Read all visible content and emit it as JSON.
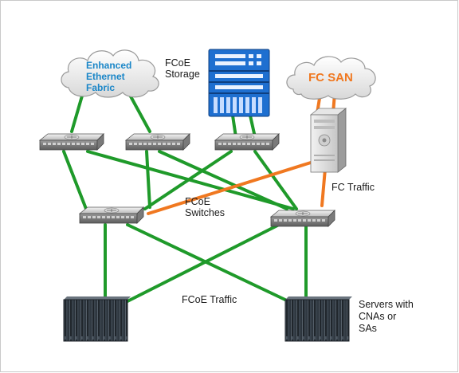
{
  "labels": {
    "enhanced_ethernet_fabric": "Enhanced\nEthernet\nFabric",
    "fcoe_storage": "FCoE\nStorage",
    "fc_san": "FC SAN",
    "fc_traffic": "FC Traffic",
    "fcoe_switches": "FCoE\nSwitches",
    "fcoe_traffic": "FCoE Traffic",
    "servers": "Servers with\nCNAs or\nSAs"
  },
  "colors": {
    "ethernet_link": "#1f9a2a",
    "fc_link": "#f07820",
    "fabric_text": "#1a86c8",
    "fc_san_text": "#f07820",
    "storage_blue": "#1e6fd0",
    "server_dark": "#3c4650"
  },
  "icons": {
    "clouds": [
      "cloud-icon",
      "cloud-icon"
    ],
    "storage": "storage-array-icon",
    "fc_server": "fc-server-icon",
    "switches": [
      "switch-icon",
      "switch-icon",
      "switch-icon",
      "switch-icon",
      "switch-icon"
    ],
    "servers": [
      "server-rack-icon",
      "server-rack-icon"
    ]
  }
}
